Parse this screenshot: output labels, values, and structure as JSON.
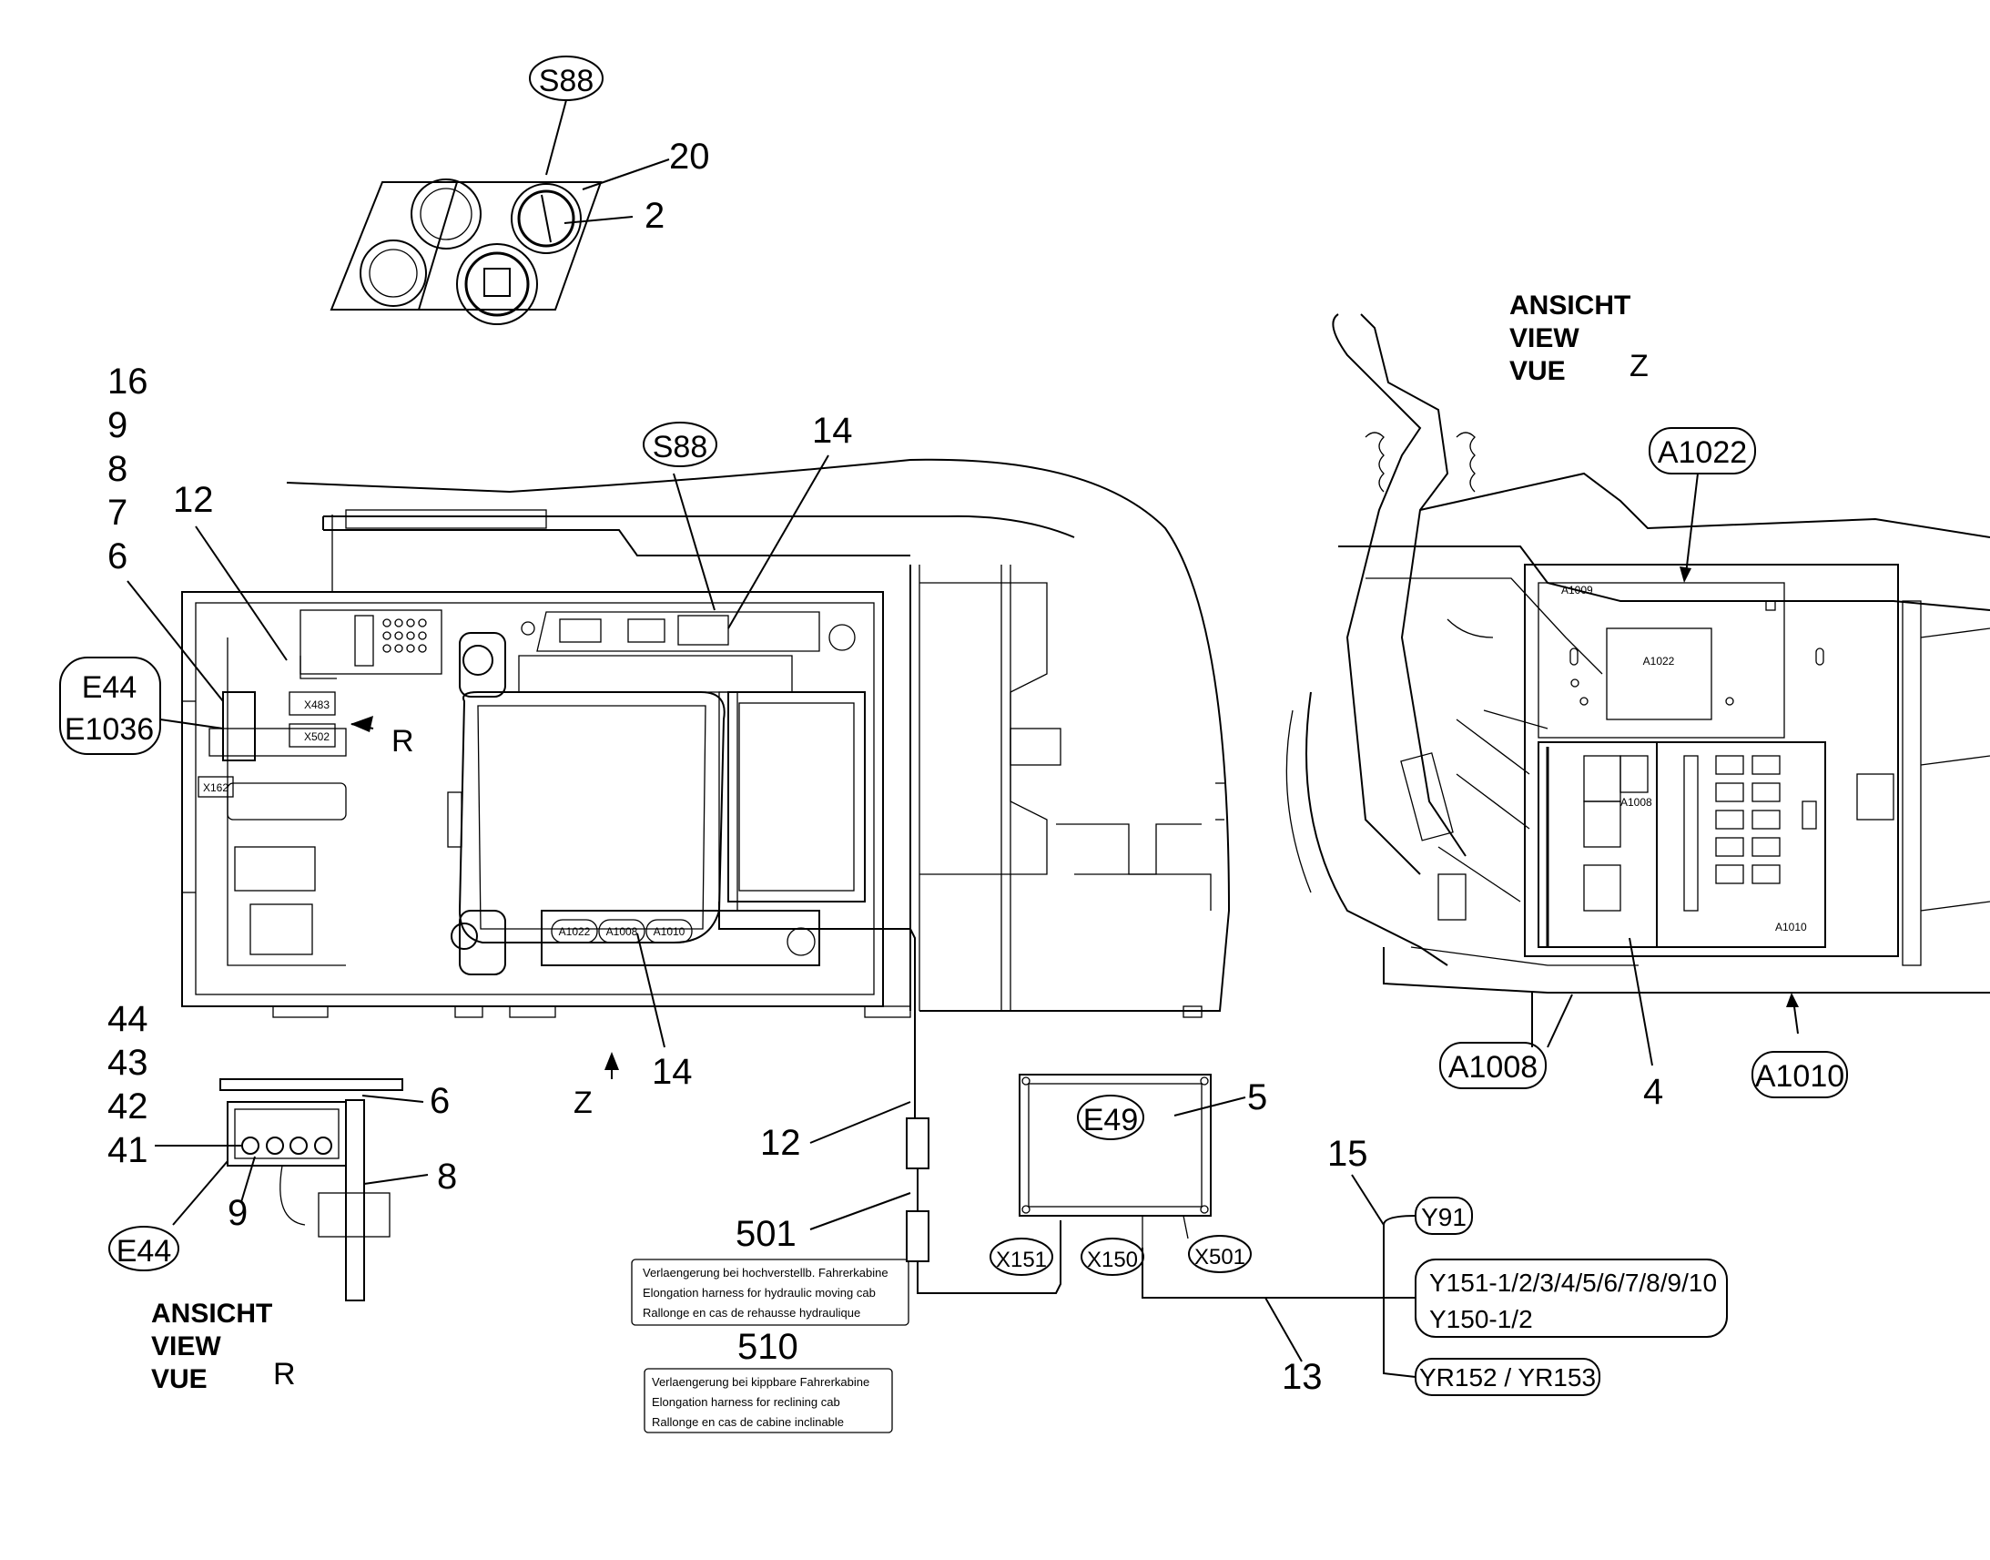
{
  "item_numbers": {
    "n16": "16",
    "n9": "9",
    "n8": "8",
    "n7": "7",
    "n6": "6",
    "n12": "12",
    "n14a": "14",
    "n14b": "14",
    "n20": "20",
    "n2": "2",
    "n44": "44",
    "n43": "43",
    "n42": "42",
    "n41": "41",
    "n6b": "6",
    "n8b": "8",
    "n9b": "9",
    "n12b": "12",
    "n501": "501",
    "n510": "510",
    "n5": "5",
    "n15": "15",
    "n13": "13",
    "n4": "4"
  },
  "bubbles": {
    "s88_top": "S88",
    "s88_cab": "S88",
    "e44_e1036_line1": "E44",
    "e44_e1036_line2": "E1036",
    "e44_bottom": "E44",
    "a1022": "A1022",
    "a1008": "A1008",
    "a1010": "A1010",
    "e49": "E49",
    "x151": "X151",
    "x150": "X150",
    "x501": "X501",
    "y91": "Y91",
    "y151": "Y151-1/2/3/4/5/6/7/8/9/10",
    "y150": "Y150-1/2",
    "yr152": "YR152 / YR153"
  },
  "view_z": {
    "ansicht": "ANSICHT",
    "view": "VIEW",
    "vue": "VUE",
    "letter": "Z"
  },
  "view_r": {
    "ansicht": "ANSICHT",
    "view": "VIEW",
    "vue": "VUE",
    "letter": "R"
  },
  "arrows": {
    "r": "R",
    "z": "Z"
  },
  "small_labels": {
    "x483": "X483",
    "x502": "X502",
    "x162": "X162",
    "a1022_console": "A1022",
    "a1008_console": "A1008",
    "a1010_console": "A1010",
    "a1009_box": "A1009",
    "a1022_box": "A1022",
    "a1008_box": "A1008",
    "a1010_box": "A1010"
  },
  "note_501": {
    "line1": "Verlaengerung bei hochverstellb. Fahrerkabine",
    "line2": "Elongation harness for hydraulic moving cab",
    "line3": "Rallonge en cas de rehausse hydraulique"
  },
  "note_510": {
    "line1": "Verlaengerung bei kippbare Fahrerkabine",
    "line2": "Elongation harness for reclining cab",
    "line3": "Rallonge en cas de cabine inclinable"
  }
}
